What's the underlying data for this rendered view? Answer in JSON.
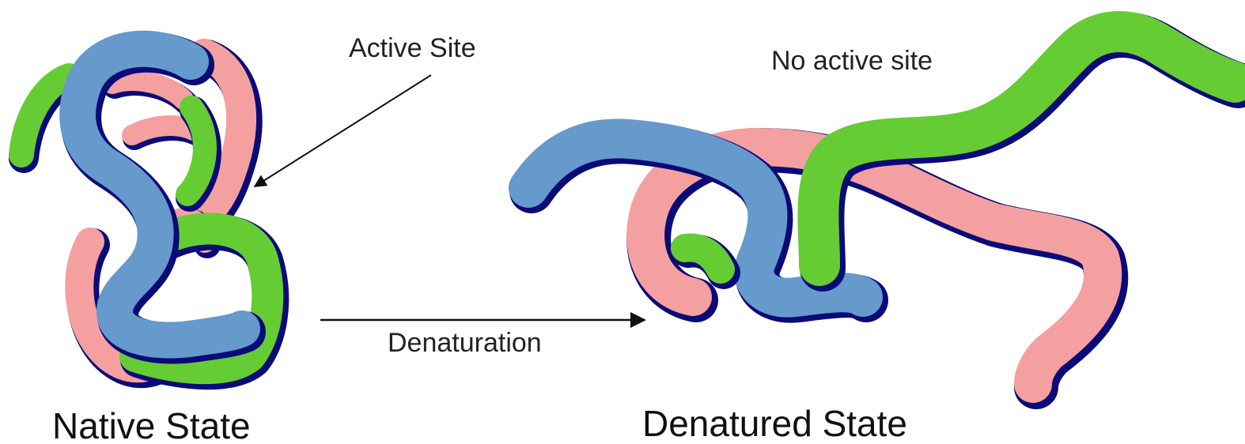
{
  "labels": {
    "active_site": "Active Site",
    "no_active_site": "No active site",
    "denaturation": "Denaturation",
    "native_state": "Native State",
    "denatured_state": "Denatured State"
  },
  "colors": {
    "blue_chain": "#6699cc",
    "green_chain": "#66cc33",
    "pink_chain": "#f4a0a0",
    "outline": "#0a0a78",
    "arrow": "#111111"
  }
}
